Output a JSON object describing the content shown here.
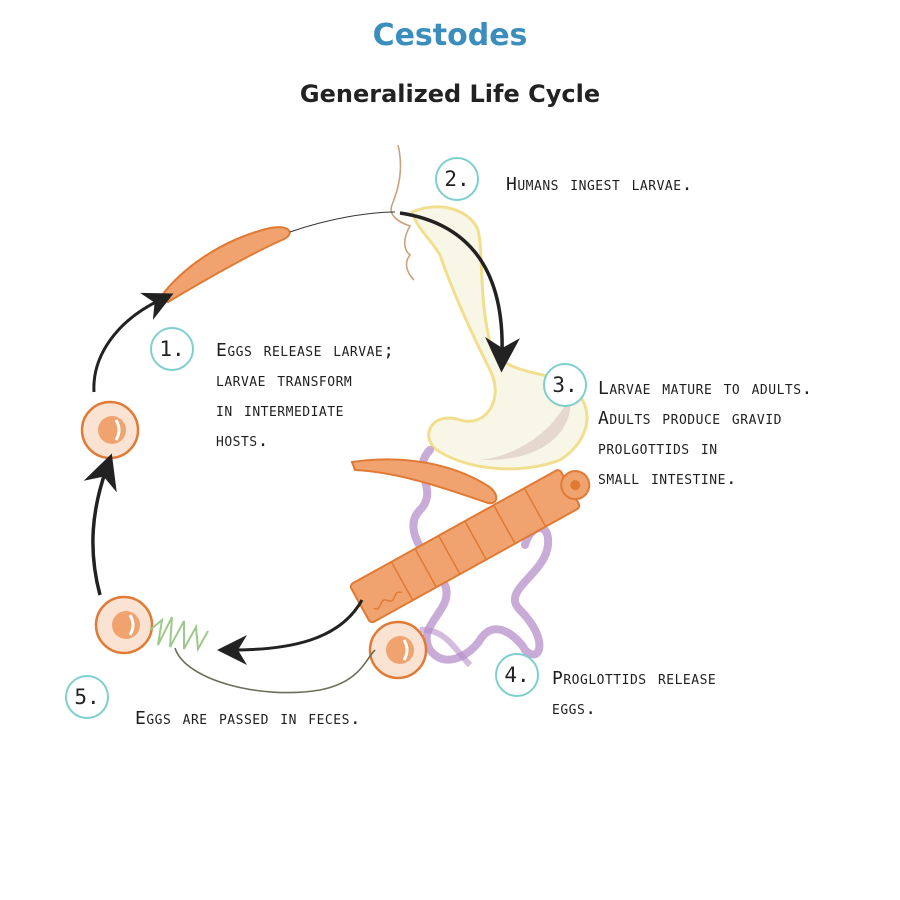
{
  "header": {
    "title": "Cestodes",
    "subtitle": "Generalized Life Cycle"
  },
  "colors": {
    "title": "#3a8dbd",
    "badge_border": "#7fcfcf",
    "worm_fill": "#f0a36e",
    "worm_stroke": "#e07a34",
    "intestine": "#b58fc8",
    "stomach": "#f3e9a6",
    "arrow": "#222222",
    "feces": "#9ec98a"
  },
  "steps": [
    {
      "number": "1.",
      "lines": [
        "Eggs release larvae;",
        "larvae transform",
        "in intermediate",
        "hosts."
      ]
    },
    {
      "number": "2.",
      "lines": [
        "Humans ingest larvae."
      ]
    },
    {
      "number": "3.",
      "lines": [
        "Larvae mature to adults.",
        "Adults produce gravid",
        "prolgottids in",
        "small intestine."
      ]
    },
    {
      "number": "4.",
      "lines": [
        "Proglottids release",
        "eggs."
      ]
    },
    {
      "number": "5.",
      "lines": [
        "Eggs are passed in feces."
      ]
    }
  ]
}
